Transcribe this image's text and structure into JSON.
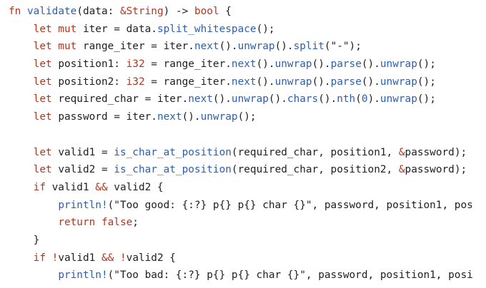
{
  "editor": {
    "language": "rust",
    "theme_colors": {
      "background": "#ffffff",
      "text": "#1f1f1f",
      "keyword": "#b5361f",
      "function": "#2c5fb0",
      "number": "#2c5fb0"
    },
    "lines": [
      [
        [
          "kw",
          "fn"
        ],
        [
          "plain",
          " "
        ],
        [
          "fn",
          "validate"
        ],
        [
          "plain",
          "(data: "
        ],
        [
          "kw",
          "&"
        ],
        [
          "type",
          "String"
        ],
        [
          "plain",
          ") -> "
        ],
        [
          "kw",
          "bool"
        ],
        [
          "plain",
          " {"
        ]
      ],
      [
        [
          "plain",
          "    "
        ],
        [
          "kw",
          "let mut"
        ],
        [
          "plain",
          " iter = data."
        ],
        [
          "fn",
          "split_whitespace"
        ],
        [
          "plain",
          "();"
        ]
      ],
      [
        [
          "plain",
          "    "
        ],
        [
          "kw",
          "let mut"
        ],
        [
          "plain",
          " range_iter = iter."
        ],
        [
          "fn",
          "next"
        ],
        [
          "plain",
          "()."
        ],
        [
          "fn",
          "unwrap"
        ],
        [
          "plain",
          "()."
        ],
        [
          "fn",
          "split"
        ],
        [
          "plain",
          "(\"-\");"
        ]
      ],
      [
        [
          "plain",
          "    "
        ],
        [
          "kw",
          "let"
        ],
        [
          "plain",
          " position1: "
        ],
        [
          "type",
          "i32"
        ],
        [
          "plain",
          " = range_iter."
        ],
        [
          "fn",
          "next"
        ],
        [
          "plain",
          "()."
        ],
        [
          "fn",
          "unwrap"
        ],
        [
          "plain",
          "()."
        ],
        [
          "fn",
          "parse"
        ],
        [
          "plain",
          "()."
        ],
        [
          "fn",
          "unwrap"
        ],
        [
          "plain",
          "();"
        ]
      ],
      [
        [
          "plain",
          "    "
        ],
        [
          "kw",
          "let"
        ],
        [
          "plain",
          " position2: "
        ],
        [
          "type",
          "i32"
        ],
        [
          "plain",
          " = range_iter."
        ],
        [
          "fn",
          "next"
        ],
        [
          "plain",
          "()."
        ],
        [
          "fn",
          "unwrap"
        ],
        [
          "plain",
          "()."
        ],
        [
          "fn",
          "parse"
        ],
        [
          "plain",
          "()."
        ],
        [
          "fn",
          "unwrap"
        ],
        [
          "plain",
          "();"
        ]
      ],
      [
        [
          "plain",
          "    "
        ],
        [
          "kw",
          "let"
        ],
        [
          "plain",
          " required_char = iter."
        ],
        [
          "fn",
          "next"
        ],
        [
          "plain",
          "()."
        ],
        [
          "fn",
          "unwrap"
        ],
        [
          "plain",
          "()."
        ],
        [
          "fn",
          "chars"
        ],
        [
          "plain",
          "()."
        ],
        [
          "fn",
          "nth"
        ],
        [
          "plain",
          "("
        ],
        [
          "num",
          "0"
        ],
        [
          "plain",
          ")."
        ],
        [
          "fn",
          "unwrap"
        ],
        [
          "plain",
          "();"
        ]
      ],
      [
        [
          "plain",
          "    "
        ],
        [
          "kw",
          "let"
        ],
        [
          "plain",
          " password = iter."
        ],
        [
          "fn",
          "next"
        ],
        [
          "plain",
          "()."
        ],
        [
          "fn",
          "unwrap"
        ],
        [
          "plain",
          "();"
        ]
      ],
      [
        [
          "plain",
          ""
        ]
      ],
      [
        [
          "plain",
          "    "
        ],
        [
          "kw",
          "let"
        ],
        [
          "plain",
          " valid1 = "
        ],
        [
          "fn",
          "is_char_at_position"
        ],
        [
          "plain",
          "(required_char, position1, "
        ],
        [
          "kw",
          "&"
        ],
        [
          "plain",
          "password);"
        ]
      ],
      [
        [
          "plain",
          "    "
        ],
        [
          "kw",
          "let"
        ],
        [
          "plain",
          " valid2 = "
        ],
        [
          "fn",
          "is_char_at_position"
        ],
        [
          "plain",
          "(required_char, position2, "
        ],
        [
          "kw",
          "&"
        ],
        [
          "plain",
          "password);"
        ]
      ],
      [
        [
          "plain",
          "    "
        ],
        [
          "kw",
          "if"
        ],
        [
          "plain",
          " valid1 "
        ],
        [
          "kw",
          "&&"
        ],
        [
          "plain",
          " valid2 {"
        ]
      ],
      [
        [
          "plain",
          "        "
        ],
        [
          "macro",
          "println!"
        ],
        [
          "plain",
          "(\"Too good: {:?} p{} p{} char {}\", password, position1, pos"
        ]
      ],
      [
        [
          "plain",
          "        "
        ],
        [
          "kw",
          "return"
        ],
        [
          "plain",
          " "
        ],
        [
          "kw",
          "false"
        ],
        [
          "plain",
          ";"
        ]
      ],
      [
        [
          "plain",
          "    }"
        ]
      ],
      [
        [
          "plain",
          "    "
        ],
        [
          "kw",
          "if"
        ],
        [
          "plain",
          " "
        ],
        [
          "kw",
          "!"
        ],
        [
          "plain",
          "valid1 "
        ],
        [
          "kw",
          "&&"
        ],
        [
          "plain",
          " "
        ],
        [
          "kw",
          "!"
        ],
        [
          "plain",
          "valid2 {"
        ]
      ],
      [
        [
          "plain",
          "        "
        ],
        [
          "macro",
          "println!"
        ],
        [
          "plain",
          "(\"Too bad: {:?} p{} p{} char {}\", password, position1, posi"
        ]
      ]
    ]
  }
}
